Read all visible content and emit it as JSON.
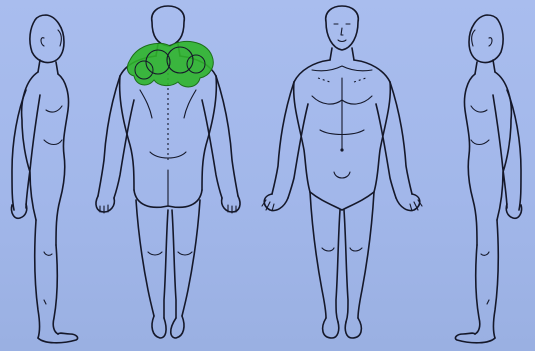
{
  "figure": {
    "views": [
      "left-side",
      "back",
      "front",
      "right-side"
    ],
    "highlight": {
      "view": "back",
      "region": "upper-back-shoulders",
      "color": "#2fb52a"
    },
    "background_color": "#a2b7ea",
    "line_color": "#15182a"
  }
}
